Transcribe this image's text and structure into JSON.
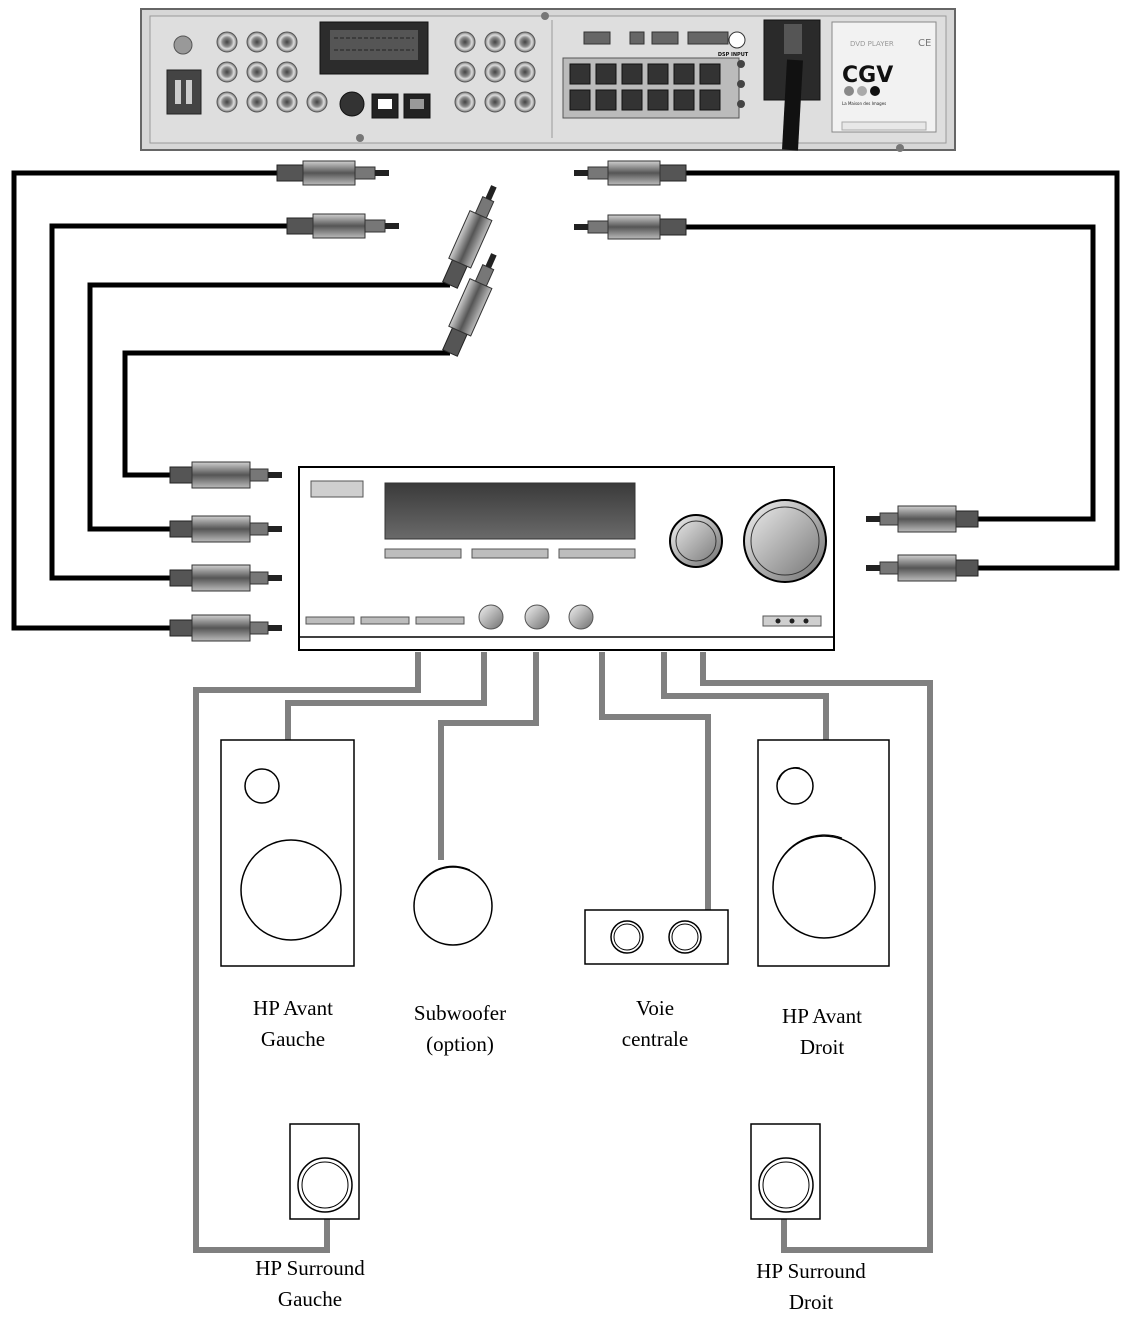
{
  "player": {
    "brand": "CGV",
    "brand_tagline": "La Maison des Images",
    "label_panel_text": "DVD PLAYER",
    "ce_mark": "CE",
    "dsp_input_label": "DSP INPUT"
  },
  "speakers": {
    "front_left": {
      "line1": "HP Avant",
      "line2": "Gauche"
    },
    "subwoofer": {
      "line1": "Subwoofer",
      "line2": "(option)"
    },
    "center": {
      "line1": "Voie",
      "line2": "centrale"
    },
    "front_right": {
      "line1": "HP Avant",
      "line2": "Droit"
    },
    "surround_left": {
      "line1": "HP Surround",
      "line2": "Gauche"
    },
    "surround_right": {
      "line1": "HP Surround",
      "line2": "Droit"
    }
  },
  "colors": {
    "rca_cable": "#000000",
    "speaker_wire": "#808080",
    "panel": "#d9d9d9"
  }
}
